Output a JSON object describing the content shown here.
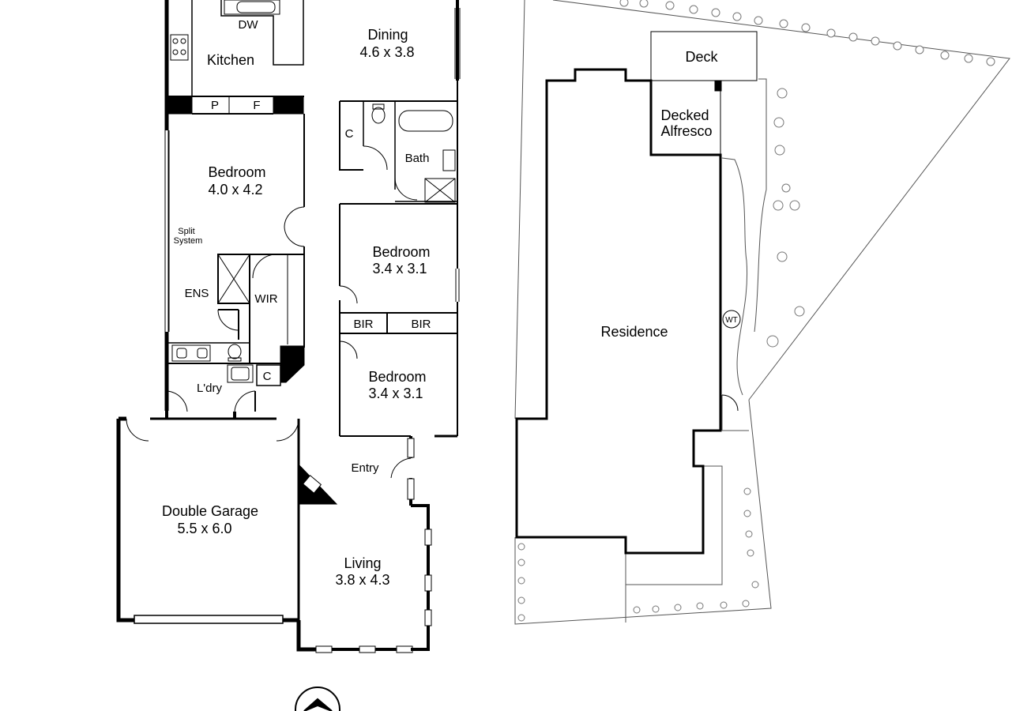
{
  "floorplan": {
    "rooms": {
      "kitchen": "Kitchen",
      "dishwasher": "DW",
      "dining": "Dining",
      "dining_size": "4.6 x 3.8",
      "pantry": "P",
      "fridge": "F",
      "bedroom1": "Bedroom",
      "bedroom1_size": "4.0 x 4.2",
      "split_system_1": "Split",
      "split_system_2": "System",
      "ensuite": "ENS",
      "wir": "WIR",
      "closet1": "C",
      "bath": "Bath",
      "bedroom2": "Bedroom",
      "bedroom2_size": "3.4 x 3.1",
      "bir1": "BIR",
      "bir2": "BIR",
      "bedroom3": "Bedroom",
      "bedroom3_size": "3.4 x 3.1",
      "laundry": "L'dry",
      "closet2": "C",
      "garage": "Double Garage",
      "garage_size": "5.5 x 6.0",
      "entry": "Entry",
      "living": "Living",
      "living_size": "3.8 x 4.3"
    },
    "site": {
      "deck": "Deck",
      "alfresco_1": "Decked",
      "alfresco_2": "Alfresco",
      "residence": "Residence",
      "water_tank": "WT"
    }
  }
}
